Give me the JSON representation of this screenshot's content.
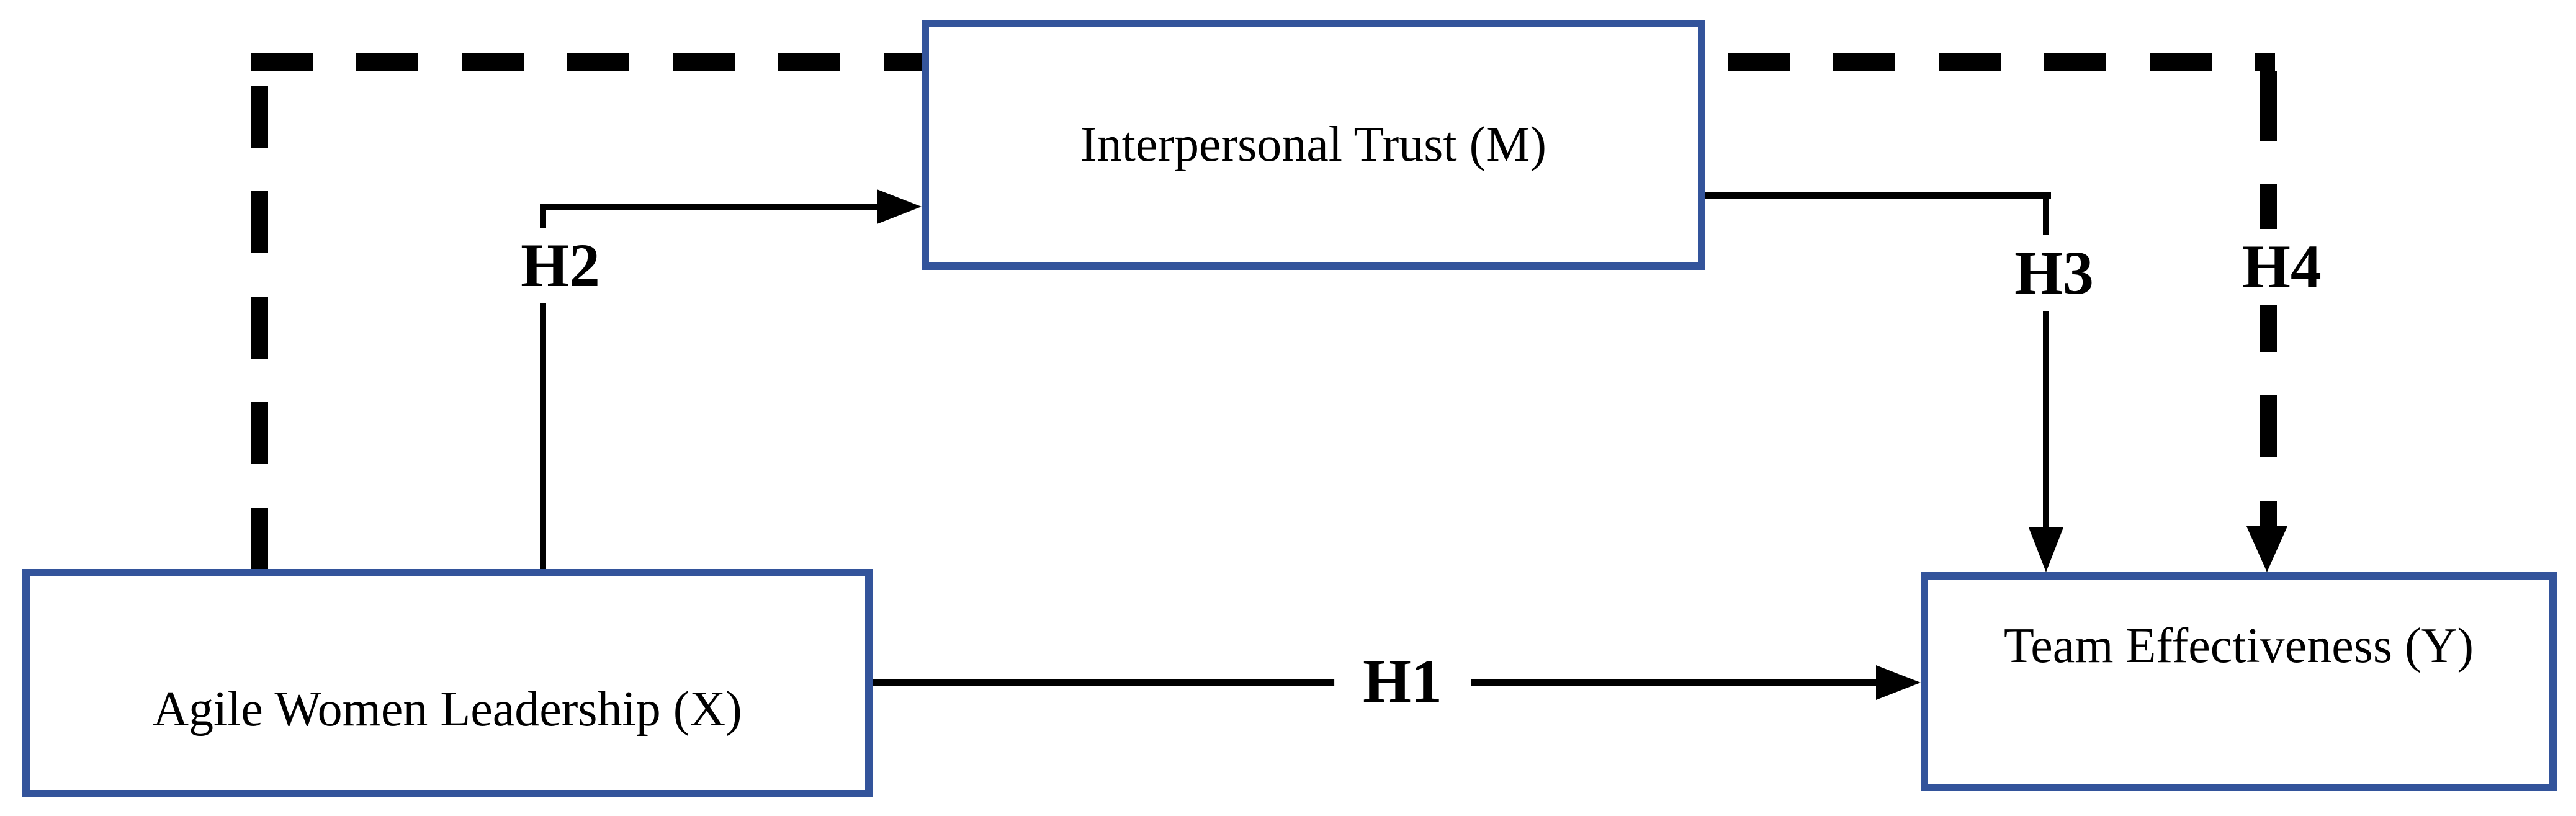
{
  "diagram": {
    "nodes": {
      "independent": {
        "label": "Agile Women Leadership (X)"
      },
      "mediator": {
        "label": "Interpersonal Trust (M)"
      },
      "dependent": {
        "label": "Team Effectiveness (Y)"
      }
    },
    "paths": {
      "h1": {
        "label": "H1",
        "from": "Agile Women Leadership (X)",
        "to": "Team Effectiveness (Y)",
        "line_style": "solid"
      },
      "h2": {
        "label": "H2",
        "from": "Agile Women Leadership (X)",
        "to": "Interpersonal Trust (M)",
        "line_style": "solid"
      },
      "h3": {
        "label": "H3",
        "from": "Interpersonal Trust (M)",
        "to": "Team Effectiveness (Y)",
        "line_style": "solid"
      },
      "h4": {
        "label": "H4",
        "from": "Agile Women Leadership (X)",
        "to": "Team Effectiveness (Y)",
        "line_style": "dashed"
      }
    },
    "colors": {
      "box_border": "#33549B",
      "box_fill": "#FFFFFF",
      "line": "#000000",
      "background": "#FFFFFF"
    }
  }
}
